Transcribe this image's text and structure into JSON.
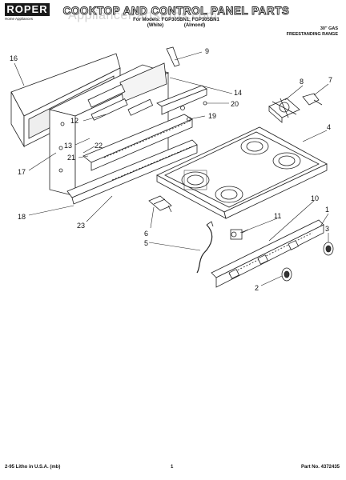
{
  "header": {
    "brand": "ROPER",
    "brand_sub": "Home Appliances",
    "title": "COOKTOP AND CONTROL PANEL PARTS",
    "models": "For Models: FGP305BN1, FGP305BN1",
    "colors": [
      "(White)",
      "(Almond)"
    ],
    "product_line1": "30\" GAS",
    "product_line2": "FREESTANDING RANGE",
    "watermark": "AppliancePartsPros.com"
  },
  "callouts": [
    "16",
    "9",
    "8",
    "7",
    "14",
    "20",
    "12",
    "19",
    "4",
    "13",
    "22",
    "17",
    "21",
    "18",
    "23",
    "10",
    "6",
    "11",
    "1",
    "3",
    "5",
    "2"
  ],
  "footer": {
    "litho": "2-95 Litho in U.S.A. (mb)",
    "page": "1",
    "part_no": "Part No. 4372435"
  }
}
